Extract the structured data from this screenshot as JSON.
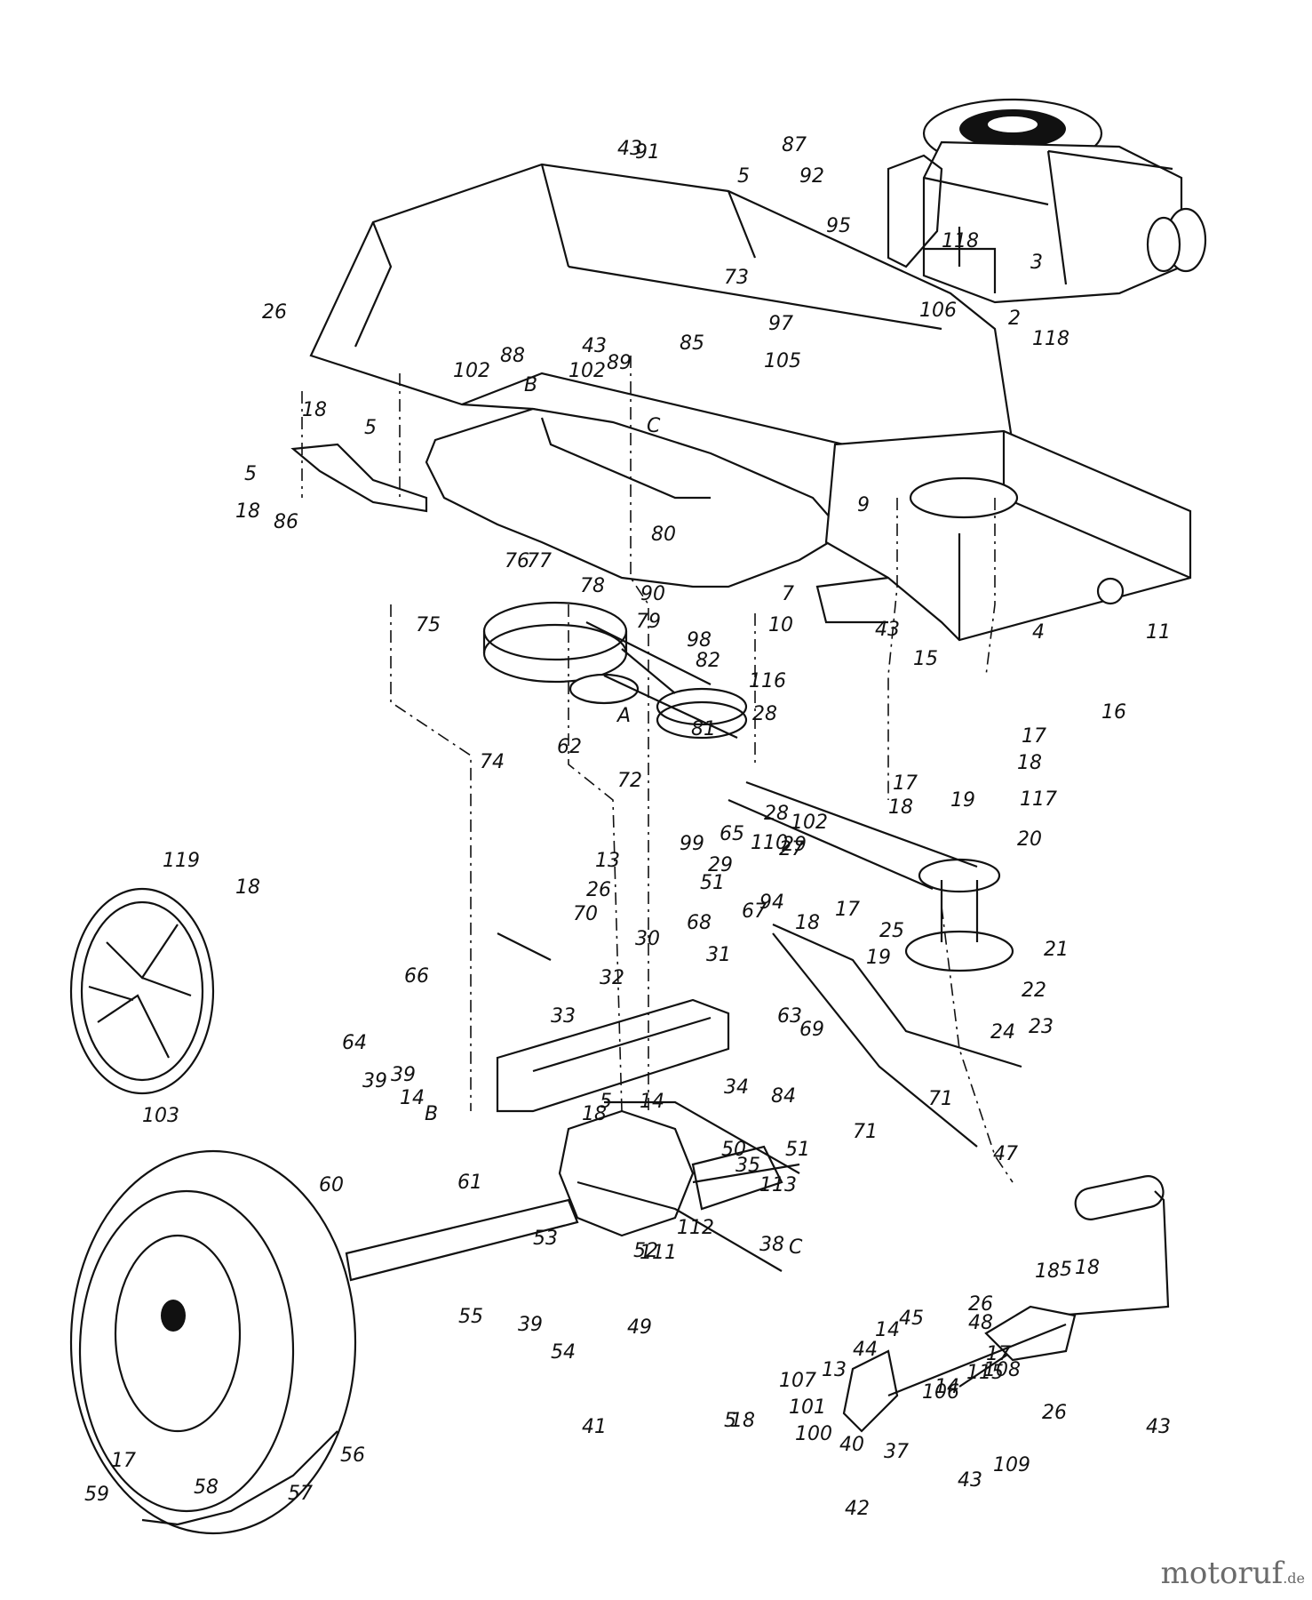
{
  "watermark": {
    "brand": "motoruf",
    "tld": ".de"
  },
  "letters": [
    "A",
    "B",
    "B",
    "C",
    "C"
  ],
  "part_labels": [
    "2",
    "3",
    "4",
    "5",
    "5",
    "5",
    "5",
    "5",
    "5",
    "7",
    "9",
    "10",
    "11",
    "13",
    "13",
    "14",
    "14",
    "14",
    "14",
    "15",
    "16",
    "17",
    "17",
    "17",
    "17",
    "17",
    "18",
    "18",
    "18",
    "18",
    "18",
    "18",
    "18",
    "18",
    "18",
    "18",
    "19",
    "19",
    "20",
    "21",
    "22",
    "23",
    "24",
    "25",
    "26",
    "26",
    "26",
    "26",
    "27",
    "28",
    "28",
    "29",
    "29",
    "30",
    "31",
    "32",
    "33",
    "34",
    "35",
    "37",
    "38",
    "39",
    "39",
    "39",
    "40",
    "41",
    "42",
    "43",
    "43",
    "43",
    "43",
    "43",
    "44",
    "45",
    "47",
    "48",
    "49",
    "50",
    "51",
    "51",
    "52",
    "53",
    "54",
    "55",
    "56",
    "57",
    "58",
    "59",
    "60",
    "61",
    "62",
    "63",
    "64",
    "65",
    "66",
    "67",
    "68",
    "69",
    "70",
    "71",
    "71",
    "72",
    "73",
    "74",
    "75",
    "76",
    "77",
    "78",
    "79",
    "80",
    "81",
    "82",
    "84",
    "85",
    "86",
    "87",
    "88",
    "89",
    "90",
    "91",
    "92",
    "94",
    "95",
    "97",
    "98",
    "99",
    "100",
    "101",
    "102",
    "102",
    "102",
    "103",
    "105",
    "106",
    "106",
    "107",
    "108",
    "109",
    "110",
    "111",
    "112",
    "113",
    "115",
    "116",
    "117",
    "118",
    "118",
    "119"
  ]
}
